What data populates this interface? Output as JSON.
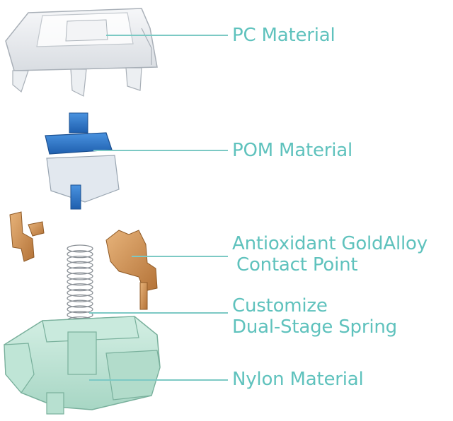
{
  "labels": {
    "pc": "PC Material",
    "pom": "POM Material",
    "contact_line1": "Antioxidant GoldAlloy",
    "contact_line2": "Contact Point",
    "spring_line1": "Customize",
    "spring_line2": "Dual-Stage Spring",
    "nylon": "Nylon Material"
  },
  "colors": {
    "label_text": "#5fc2bd",
    "leader_line": "#7cc9c4",
    "stem_blue": "#2f78c9",
    "stem_base": "#dfe6ef",
    "contact_gold": "#c98c4f",
    "housing_mint": "#bfe3d6",
    "housing_clear": "#eef1f4"
  }
}
